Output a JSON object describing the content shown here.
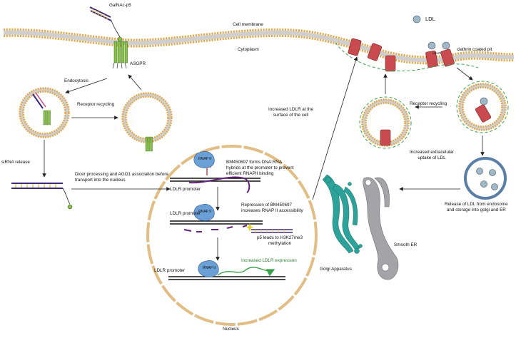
{
  "labels": {
    "galnac": "GalNAc-p5",
    "cell_membrane": "Cell membrane",
    "cytoplasm": "Cytoplasm",
    "ldl": "LDL",
    "clathrin_pit": "clathrin coated pit",
    "asgpr": "ASGPR",
    "ldlr": "LDLR",
    "endocytosis": "Endocytosis",
    "receptor_recycling_left": "Receptor recycling",
    "receptor_recycling_right": "Receptor recycling",
    "increased_ldlr_surface": [
      "Increased LDLR at the",
      "surface of the cell"
    ],
    "increased_uptake": [
      "Increased extracelular",
      "uptake of LDL"
    ],
    "sirna_release": "siRNA release",
    "dicer_processing": [
      "Dicer processing and AGO1 association before",
      "transport into the nucleus"
    ],
    "release_ldl": [
      "Release of LDL from endosome",
      "and storage into golgi and ER"
    ],
    "bm_forms": [
      "BM450697 forms DNA:RNA",
      "hybrids at the promoter to prevent",
      "efficient RNAPII binding"
    ],
    "ldlr_promoter_1": "LDLR promoter",
    "ldlr_promoter_2": "LDLR promoter",
    "ldlr_promoter_3": "LDLR promoter",
    "repression": [
      "Repression of BM450697",
      "increases RNAP II accessibility"
    ],
    "p5_leads": [
      "p5 leads to H3K27me3",
      "methylation"
    ],
    "increased_expression": "Increased LDLR expression",
    "golgi": "Golgi Apparatus",
    "smooth_er": "Smooth ER",
    "nucleus": "Nucleus",
    "rnap": "RNAP II"
  },
  "colors": {
    "membrane_head": "#e3a94c",
    "membrane_tail": "#d8d8d8",
    "receptor_green": "#86c441",
    "ldlr_red": "#c94b4f",
    "nucleus_outline": "#e2bd84",
    "rnap_blue": "#6aa0d6",
    "golgi_teal": "#2ba39a",
    "er_grey": "#a4a4a8",
    "purple_rna": "#62217a",
    "coated_pit_green": "#3aa04a",
    "endosome_blue": "#7fa3c6"
  }
}
